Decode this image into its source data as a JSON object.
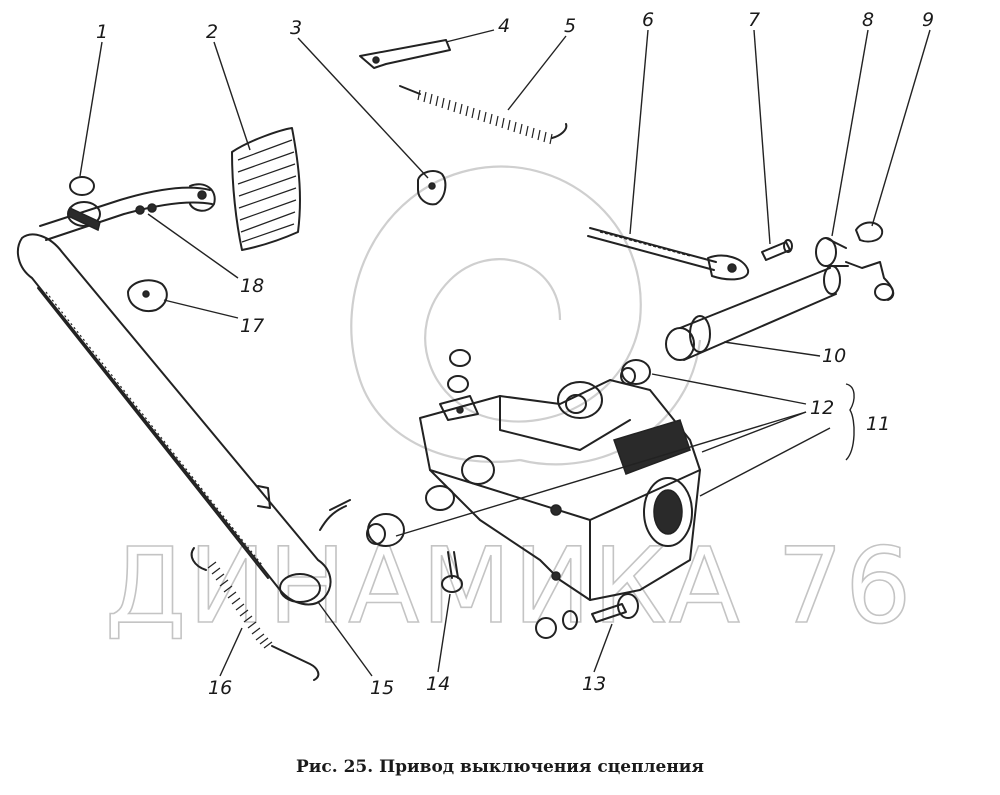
{
  "figure": {
    "caption": "Рис. 25. Привод выключения сцепления",
    "watermark": "ДИНАМИКА 76",
    "callouts": [
      "1",
      "2",
      "3",
      "4",
      "5",
      "6",
      "7",
      "8",
      "9",
      "10",
      "11",
      "12",
      "13",
      "14",
      "15",
      "16",
      "17",
      "18"
    ]
  }
}
